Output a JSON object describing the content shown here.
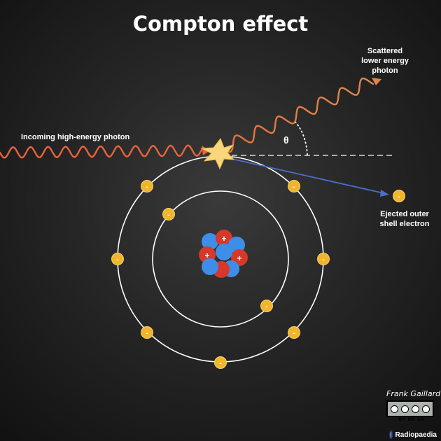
{
  "title": "Compton effect",
  "labels": {
    "incoming": "Incoming high-energy photon",
    "scattered": "Scattered\nlower energy\nphoton",
    "ejected": "Ejected outer\nshell electron",
    "angle": "θ"
  },
  "electron_sign": "-",
  "proton_sign": "+",
  "credit": {
    "author": "Frank Gaillard",
    "license_terms": "BY  NC  SA",
    "brand": "Radiopaedia"
  },
  "colors": {
    "incoming_photon": "#e8643a",
    "scattered_photon": "#e07a3c",
    "ejected_path": "#4a6fc8",
    "electron": "#f0b52a",
    "proton": "#d6382a",
    "neutron": "#3d8ee8",
    "orbit": "#ffffff",
    "flash": "#f7d77a"
  }
}
